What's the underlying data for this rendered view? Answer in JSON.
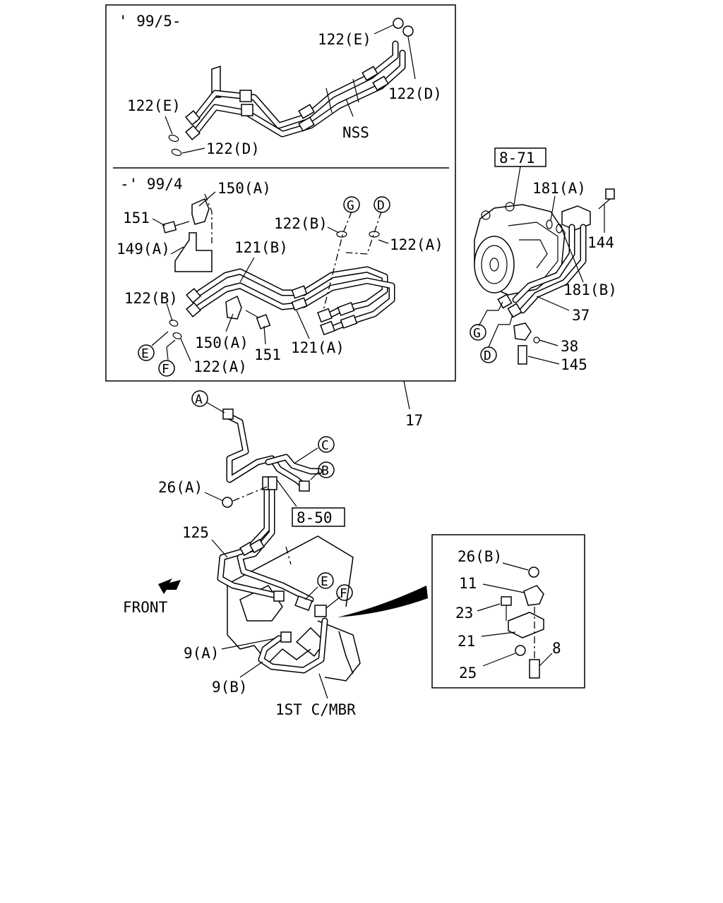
{
  "panel_top": {
    "period_label": "' 99/5-",
    "labels": {
      "l122e_top": "122(E)",
      "l122d_top": "122(D)",
      "l122e_left": "122(E)",
      "l122d_left": "122(D)",
      "nss": "NSS"
    }
  },
  "panel_mid": {
    "period_label": "-' 99/4",
    "labels": {
      "l150a_top": "150(A)",
      "l151_top": "151",
      "l149a": "149(A)",
      "l121b": "121(B)",
      "l122b_top": "122(B)",
      "l122a_top": "122(A)",
      "l122b_left": "122(B)",
      "l150a_bot": "150(A)",
      "l151_bot": "151",
      "l121a": "121(A)",
      "l122a_bot": "122(A)"
    },
    "circles": {
      "c_g": "G",
      "c_d": "D",
      "c_e": "E",
      "c_f": "F"
    }
  },
  "compressor": {
    "ref_box": "8-71",
    "labels": {
      "l181a": "181(A)",
      "l144": "144",
      "l181b": "181(B)",
      "l37": "37",
      "l38": "38",
      "l145": "145"
    },
    "circles": {
      "c_g": "G",
      "c_d": "D"
    }
  },
  "main": {
    "assembly_label": "17",
    "ref_box": "8-50",
    "front_label": "FRONT",
    "member_label": "1ST C/MBR",
    "labels": {
      "l26a": "26(A)",
      "l125": "125",
      "l9a": "9(A)",
      "l9b": "9(B)"
    },
    "circles": {
      "c_a": "A",
      "c_c": "C",
      "c_b": "B",
      "c_e": "E",
      "c_f": "F"
    }
  },
  "inset": {
    "labels": {
      "l26b": "26(B)",
      "l11": "11",
      "l23": "23",
      "l21": "21",
      "l8": "8",
      "l25": "25"
    }
  }
}
